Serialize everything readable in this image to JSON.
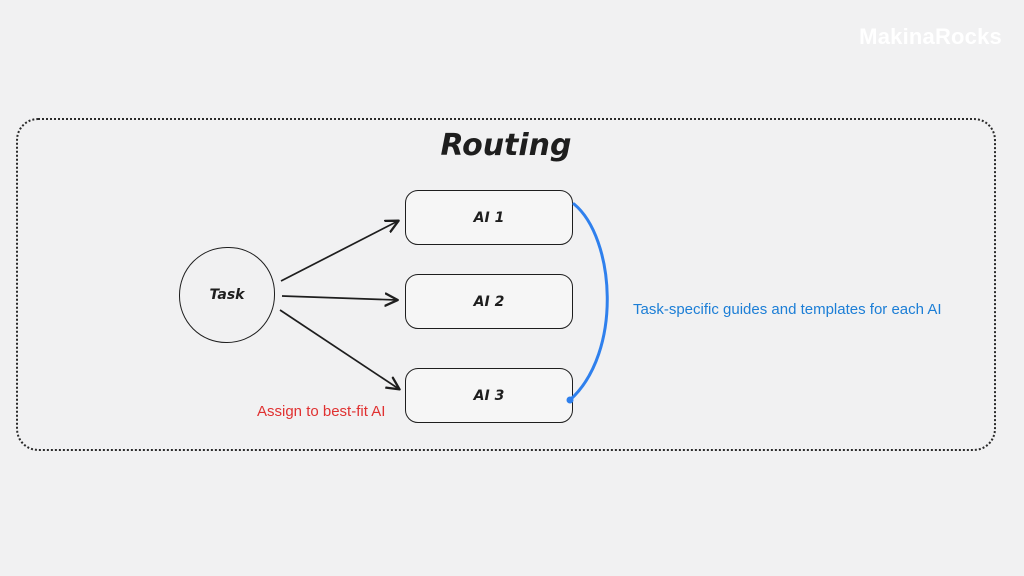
{
  "logo": {
    "text": "MakinaRocks"
  },
  "diagram": {
    "title": "Routing",
    "task": {
      "label": "Task"
    },
    "boxes": [
      {
        "label": "AI 1"
      },
      {
        "label": "AI 2"
      },
      {
        "label": "AI 3"
      }
    ],
    "annotations": {
      "assign": {
        "text": "Assign to best-fit AI",
        "color": "#e03131"
      },
      "guides": {
        "text": "Task-specific guides and templates for each AI",
        "color": "#1c7ed6"
      }
    },
    "colors": {
      "stroke": "#1e1e1e",
      "accent_blue": "#2f80ed",
      "background": "#f1f1f2"
    }
  }
}
